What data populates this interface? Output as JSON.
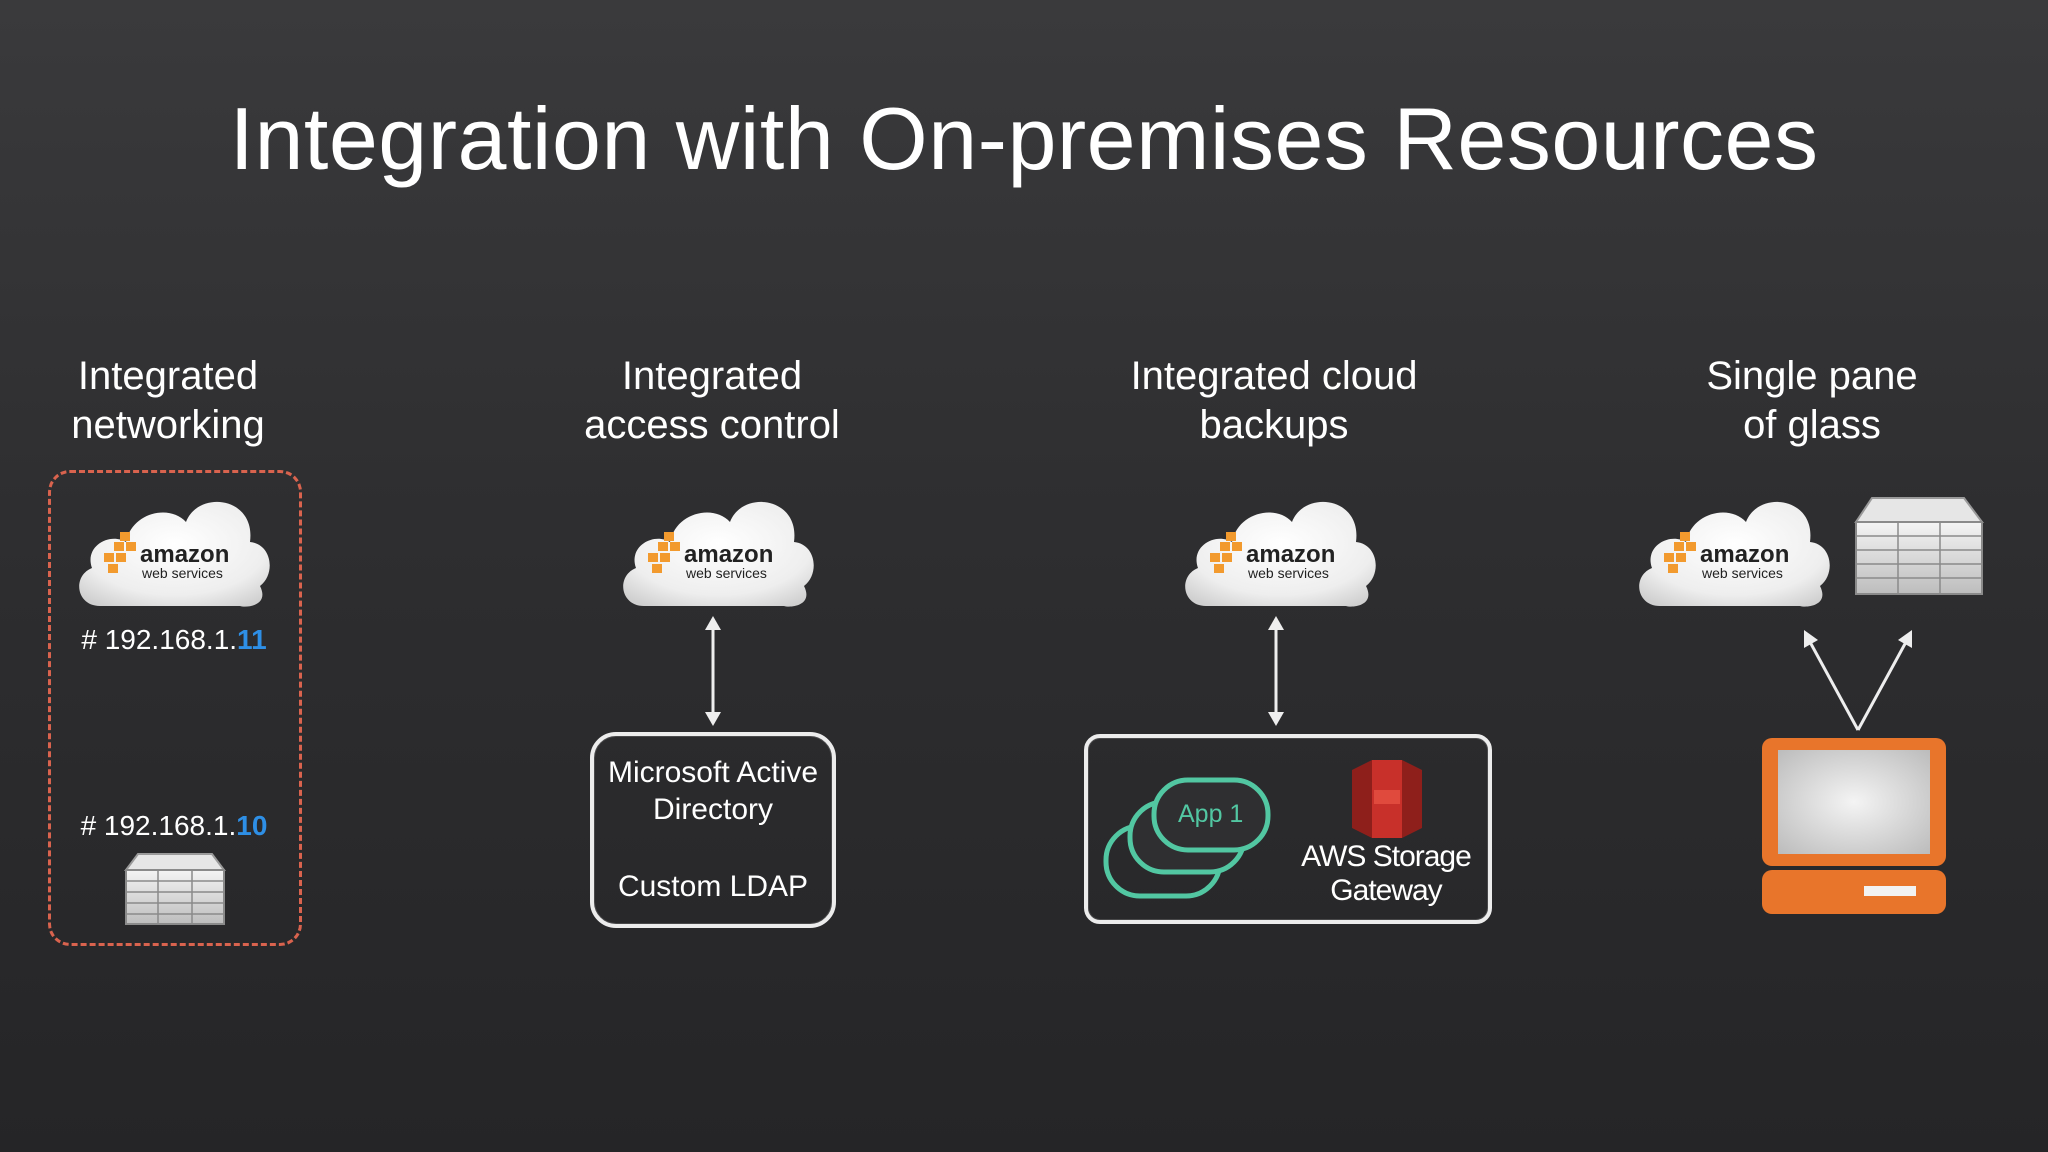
{
  "slide": {
    "title": "Integration with On-premises Resources",
    "colors": {
      "background": "#2e2e30",
      "aws_orange": "#f29a2e",
      "highlight_blue": "#2e8fe6",
      "dashed_border": "#d9634e",
      "app_green": "#52c7a2",
      "gateway_red": "#c8302a",
      "computer_orange": "#e8752b"
    }
  },
  "columns": [
    {
      "heading_line1": "Integrated",
      "heading_line2": "networking",
      "cloud": {
        "brand": "amazon",
        "sub": "web services"
      },
      "ip_cloud": {
        "prefix": "# 192.168.1.",
        "octet": "11"
      },
      "ip_server": {
        "prefix": "# 192.168.1.",
        "octet": "10"
      },
      "icon": "server-icon"
    },
    {
      "heading_line1": "Integrated",
      "heading_line2": "access control",
      "cloud": {
        "brand": "amazon",
        "sub": "web services"
      },
      "box_line1": "Microsoft Active",
      "box_line2": "Directory",
      "box_line3": "Custom LDAP"
    },
    {
      "heading_line1": "Integrated cloud",
      "heading_line2": "backups",
      "cloud": {
        "brand": "amazon",
        "sub": "web services"
      },
      "app_label": "App 1",
      "gateway_line1": "AWS Storage",
      "gateway_line2": "Gateway",
      "icon": "storage-gateway-icon"
    },
    {
      "heading_line1": "Single pane",
      "heading_line2": "of glass",
      "cloud": {
        "brand": "amazon",
        "sub": "web services"
      },
      "icons": [
        "server-icon",
        "computer-icon"
      ]
    }
  ]
}
